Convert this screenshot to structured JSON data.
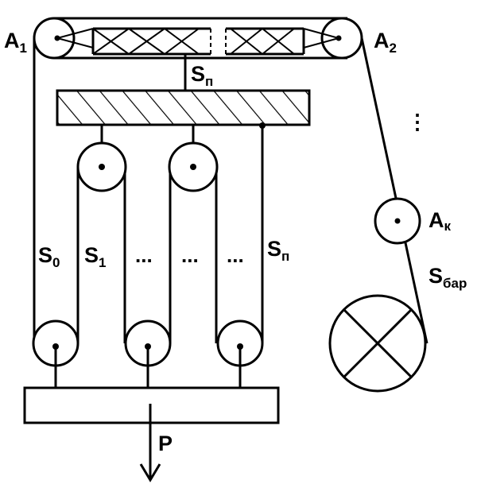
{
  "labels": {
    "a1": {
      "main": "A",
      "sub": "1"
    },
    "a2": {
      "main": "A",
      "sub": "2"
    },
    "ak": {
      "main": "A",
      "sub": "к"
    },
    "sp_top": {
      "main": "S",
      "sub": "п"
    },
    "s0": {
      "main": "S",
      "sub": "0"
    },
    "s1": {
      "main": "S",
      "sub": "1"
    },
    "sn": {
      "main": "S",
      "sub": "п"
    },
    "sbar": {
      "main": "S",
      "sub": "бар"
    },
    "p": "P",
    "ellipsis": "...",
    "dots_vertical": "⋮"
  },
  "colors": {
    "stroke": "#000000",
    "background": "#ffffff"
  }
}
